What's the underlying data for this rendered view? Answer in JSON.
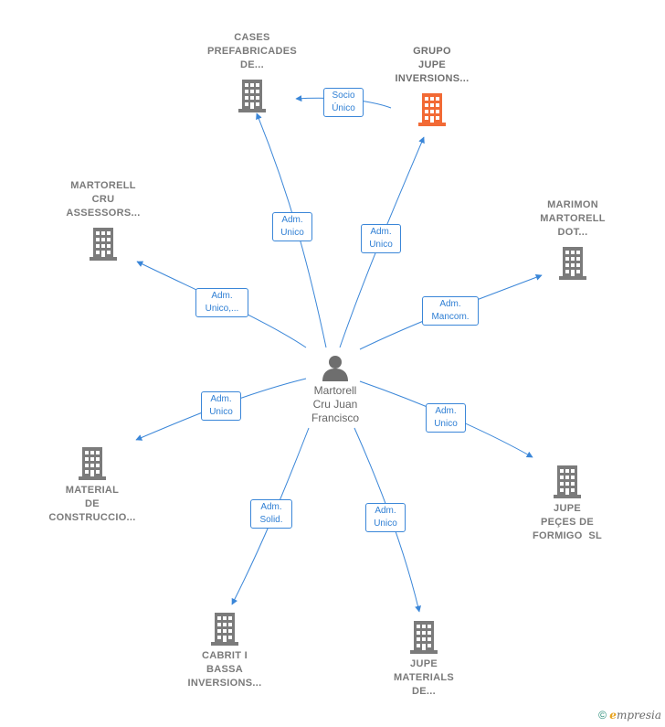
{
  "center": {
    "lines": [
      "Martorell",
      "Cru Juan",
      "Francisco"
    ]
  },
  "nodes": [
    {
      "id": "cases",
      "lines": [
        "CASES",
        "PREFABRICADES",
        "DE..."
      ],
      "highlight": false
    },
    {
      "id": "grupo",
      "lines": [
        "GRUPO",
        "JUPE",
        "INVERSIONS..."
      ],
      "highlight": true
    },
    {
      "id": "assessors",
      "lines": [
        "MARTORELL",
        "CRU",
        "ASSESSORS..."
      ],
      "highlight": false
    },
    {
      "id": "marimon",
      "lines": [
        "MARIMON",
        "MARTORELL",
        "DOT..."
      ],
      "highlight": false
    },
    {
      "id": "material",
      "lines": [
        "MATERIAL",
        "DE",
        "CONSTRUCCIO..."
      ],
      "highlight": false
    },
    {
      "id": "jupepeces",
      "lines": [
        "JUPE",
        "PEÇES DE",
        "FORMIGO  SL"
      ],
      "highlight": false
    },
    {
      "id": "cabrit",
      "lines": [
        "CABRIT I",
        "BASSA",
        "INVERSIONS..."
      ],
      "highlight": false
    },
    {
      "id": "jupematerials",
      "lines": [
        "JUPE",
        "MATERIALS",
        "DE..."
      ],
      "highlight": false
    }
  ],
  "edges": [
    {
      "id": "e-socio",
      "lines": [
        "Socio",
        "Único"
      ]
    },
    {
      "id": "e-cases",
      "lines": [
        "Adm.",
        "Unico"
      ]
    },
    {
      "id": "e-grupo",
      "lines": [
        "Adm.",
        "Unico"
      ]
    },
    {
      "id": "e-assessors",
      "lines": [
        "Adm.",
        "Unico,..."
      ]
    },
    {
      "id": "e-marimon",
      "lines": [
        "Adm.",
        "Mancom."
      ]
    },
    {
      "id": "e-material",
      "lines": [
        "Adm.",
        "Unico"
      ]
    },
    {
      "id": "e-jupepeces",
      "lines": [
        "Adm.",
        "Unico"
      ]
    },
    {
      "id": "e-cabrit",
      "lines": [
        "Adm.",
        "Solid."
      ]
    },
    {
      "id": "e-jupematerials",
      "lines": [
        "Adm.",
        "Unico"
      ]
    }
  ],
  "colors": {
    "node_gray": "#7b7b7b",
    "node_highlight": "#f26a35",
    "edge_blue": "#3a86d8",
    "person": "#6e6e6e"
  },
  "footer": {
    "copyright": "©",
    "brand_initial": "e",
    "brand_rest": "mpresia"
  }
}
